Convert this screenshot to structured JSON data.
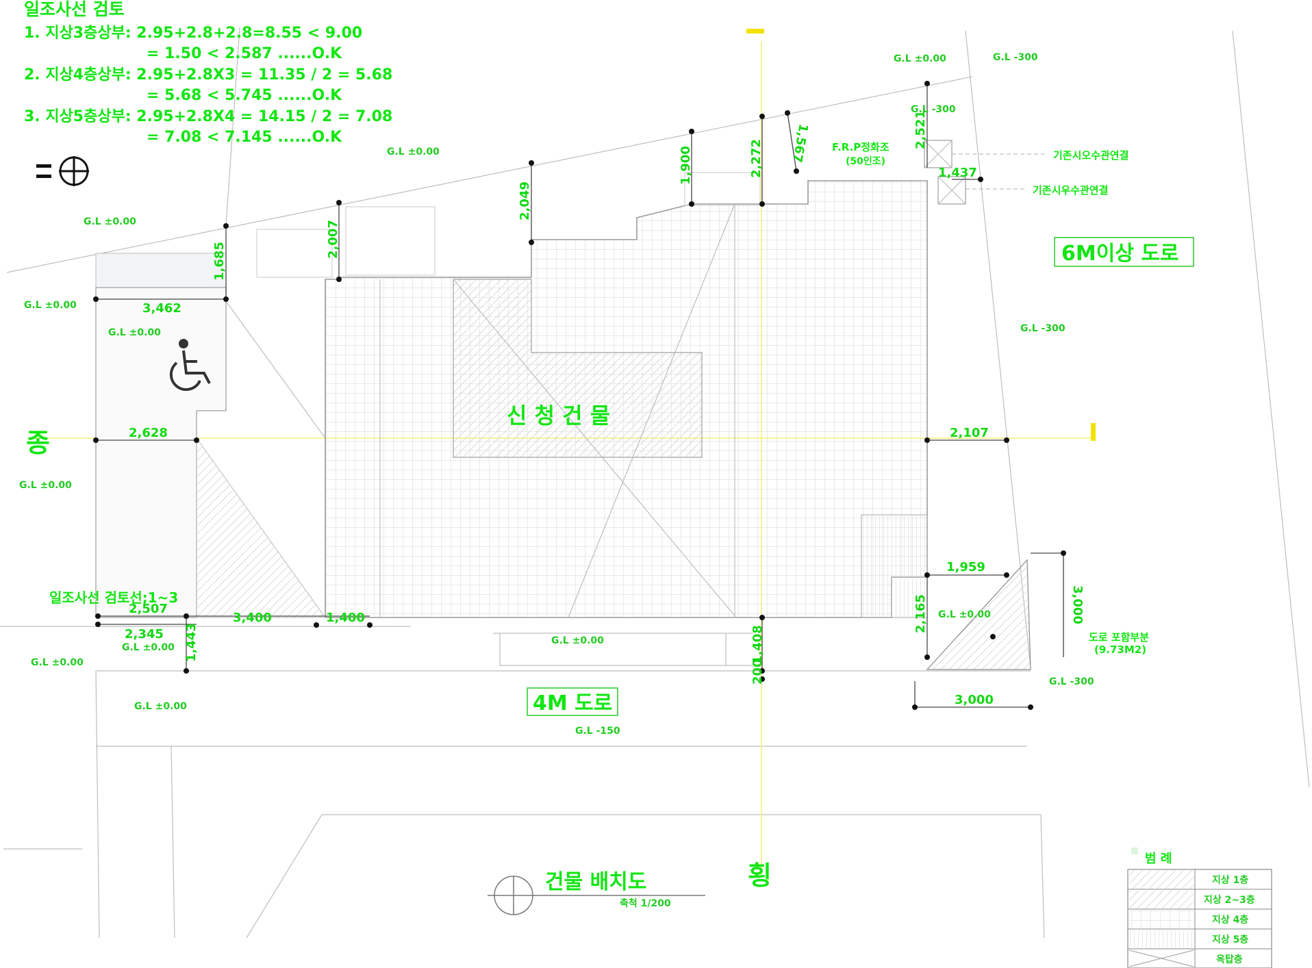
{
  "review": {
    "title": "일조사선 검토",
    "lines": [
      "1. 지상3층상부: 2.95+2.8+2.8=8.55 < 9.00",
      "= 1.50 < 2.587   ......O.K",
      "2. 지상4층상부: 2.95+2.8X3 = 11.35 / 2 = 5.68",
      "= 5.68 < 5.745   ......O.K",
      "3. 지상5층상부: 2.95+2.8X4 = 14.15 / 2 = 7.08",
      "= 7.08 < 7.145   ......O.K"
    ]
  },
  "labels": {
    "building": "신 청 건 물",
    "road_6m": "6M이상 도로",
    "road_4m": "4M 도로",
    "vertical_section": "종",
    "horizontal_section": "횡",
    "sunlight_line": "일조사선 검토선;1~3",
    "frp_tank": "F.R.P정화조",
    "frp_tank_sub": "(50인조)",
    "water_conn_1": "기존시오수관연결",
    "water_conn_2": "기존시우수관연결",
    "road_included": "도로 포함부분",
    "road_included_area": "(9.73M2)",
    "drawing_title": "건물 배치도",
    "drawing_scale": "축척 1/200"
  },
  "dimensions": [
    "3,462",
    "2,628",
    "2,507",
    "2,345",
    "1,443",
    "3,400",
    "1,400",
    "1,408",
    "200",
    "2,107",
    "1,959",
    "2,165",
    "3,000",
    "3,000",
    "1,437",
    "2,521",
    "1,567",
    "2,272",
    "1,900",
    "2,049",
    "2,007",
    "1,685"
  ],
  "ground_levels": {
    "zero": "G.L ±0.00",
    "minus300": "G.L -300",
    "minus150": "G.L -150"
  },
  "legend": {
    "title": "범 례",
    "items": [
      "지상 1층",
      "지상 2~3층",
      "지상 4층",
      "지상 5층",
      "옥탑층"
    ]
  },
  "colors": {
    "annotation": "#12e612",
    "guide_yellow": "#f2e200",
    "linework": "#bdbdbd"
  },
  "icons": [
    "north-arrow-icon",
    "wheelchair-icon",
    "drawing-title-symbol-icon"
  ]
}
